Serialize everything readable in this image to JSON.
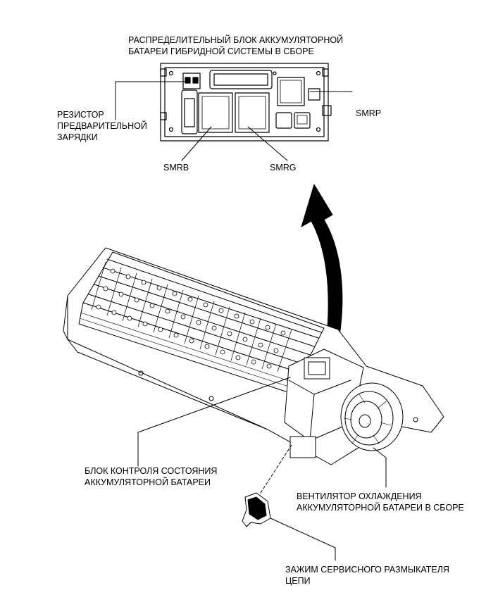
{
  "labels": {
    "distribution_block": [
      "РАСПРЕДЕЛИТЕЛЬНЫЙ БЛОК АККУМУЛЯТОРНОЙ",
      "БАТАРЕИ ГИБРИДНОЙ СИСТЕМЫ В СБОРЕ"
    ],
    "precharge_resistor": [
      "РЕЗИСТОР",
      "ПРЕДВАРИТЕЛЬНОЙ",
      "ЗАРЯДКИ"
    ],
    "smrp": "SMRP",
    "smrb": "SMRB",
    "smrg": "SMRG",
    "battery_monitor": [
      "БЛОК КОНТРОЛЯ СОСТОЯНИЯ",
      "АККУМУЛЯТОРНОЙ БАТАРЕИ"
    ],
    "cooling_fan": [
      "ВЕНТИЛЯТОР ОХЛАЖДЕНИЯ",
      "АККУМУЛЯТОРНОЙ БАТАРЕИ В СБОРЕ"
    ],
    "service_plug_clamp": [
      "ЗАЖИМ СЕРВИСНОГО РАЗМЫКАТЕЛЯ",
      "ЦЕПИ"
    ]
  },
  "colors": {
    "line": "#000000",
    "fill": "#ffffff",
    "arrow": "#000000"
  }
}
